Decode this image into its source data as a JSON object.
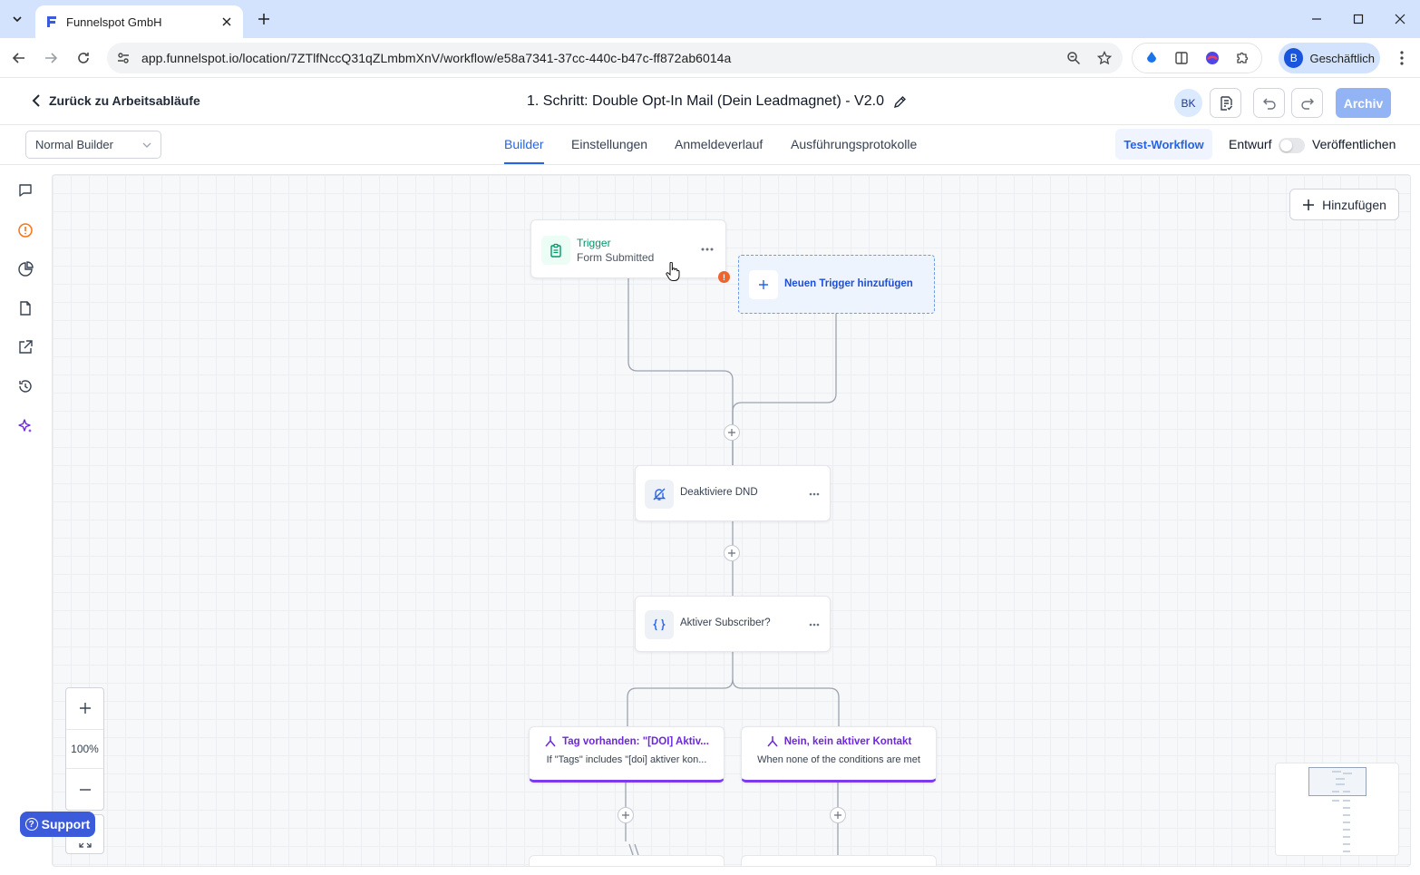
{
  "browser": {
    "tab_title": "Funnelspot GmbH",
    "url": "app.funnelspot.io/location/7ZTlfNccQ31qZLmbmXnV/workflow/e58a7341-37cc-440c-b47c-ff872ab6014a",
    "profile_initial": "B",
    "profile_label": "Geschäftlich"
  },
  "header": {
    "back_label": "Zurück zu Arbeitsabläufe",
    "workflow_title": "1. Schritt: Double Opt-In Mail (Dein Leadmagnet) - V2.0",
    "user_initials": "BK",
    "archive_label": "Archiv"
  },
  "subnav": {
    "builder_mode": "Normal Builder",
    "tabs": [
      {
        "label": "Builder",
        "active": true
      },
      {
        "label": "Einstellungen",
        "active": false
      },
      {
        "label": "Anmeldeverlauf",
        "active": false
      },
      {
        "label": "Ausführungsprotokolle",
        "active": false
      }
    ],
    "test_workflow_label": "Test-Workflow",
    "draft_label": "Entwurf",
    "publish_label": "Veröffentlichen",
    "published": false
  },
  "canvas": {
    "add_label": "Hinzufügen",
    "trigger": {
      "title": "Trigger",
      "subtitle": "Form Submitted",
      "warning": "!"
    },
    "new_trigger_label": "Neuen Trigger hinzufügen",
    "actions": [
      {
        "label": "Deaktiviere DND",
        "icon": "bell-off-icon"
      },
      {
        "label": "Aktiver Subscriber?",
        "icon": "braces-icon"
      }
    ],
    "branches": [
      {
        "title": "Tag vorhanden: \"[DOI] Aktiv...",
        "subtitle": "If \"Tags\" includes \"[doi] aktiver kon..."
      },
      {
        "title": "Nein, kein aktiver Kontakt",
        "subtitle": "When none of the conditions are met"
      }
    ],
    "zoom_level": "100%"
  },
  "support_label": "Support",
  "colors": {
    "accent": "#2563eb",
    "trigger_green": "#059669",
    "branch_purple": "#6d28d9",
    "warning_orange": "#f0632c",
    "support_blue": "#3b5bdb"
  }
}
